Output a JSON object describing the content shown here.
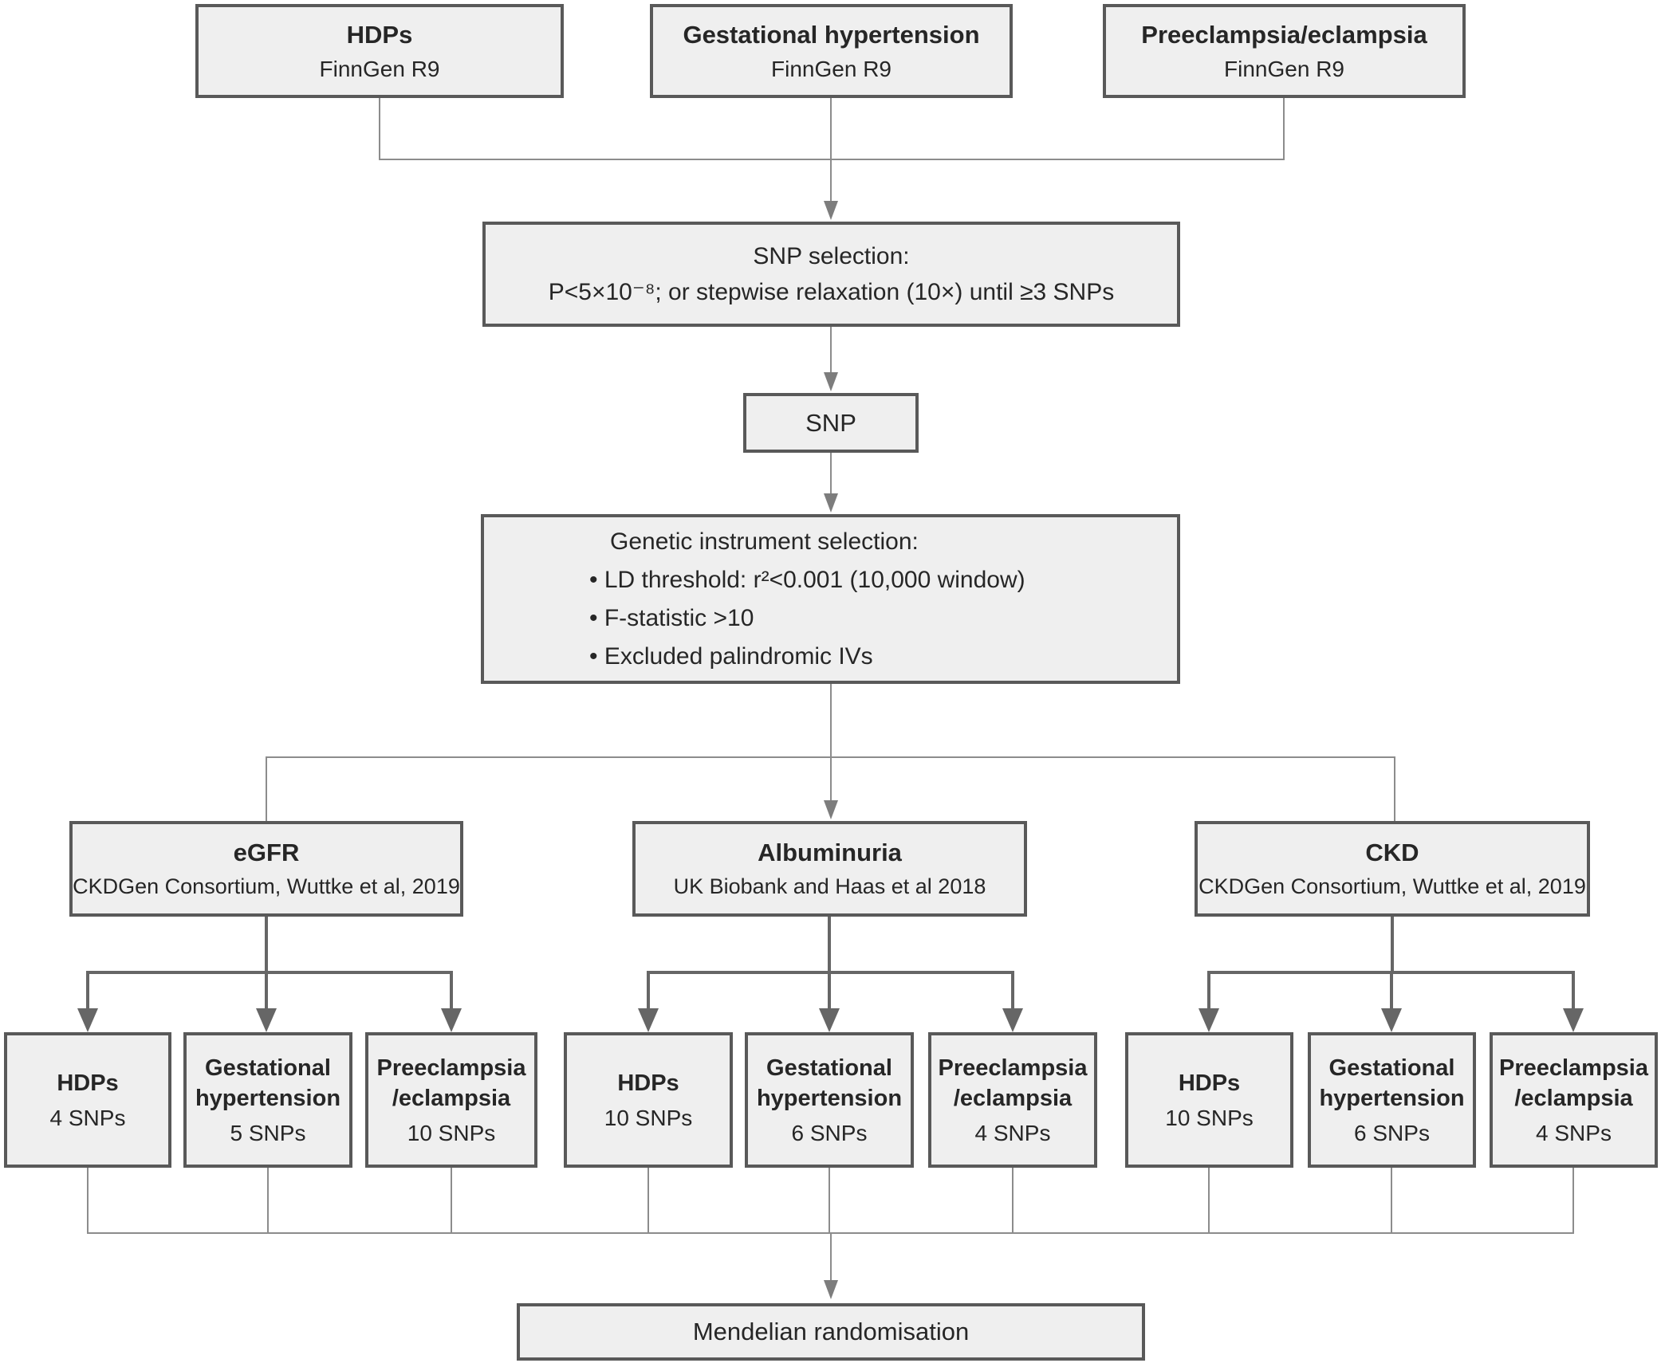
{
  "palette": {
    "box_fill": "#efefef",
    "box_border": "#595959",
    "line_thin": "#8c8c8c",
    "line_thick": "#666666",
    "text": "#262626"
  },
  "tier1": [
    {
      "title": "HDPs",
      "subtitle": "FinnGen R9"
    },
    {
      "title": "Gestational hypertension",
      "subtitle": "FinnGen R9"
    },
    {
      "title": "Preeclampsia/eclampsia",
      "subtitle": "FinnGen R9"
    }
  ],
  "snp_selection": {
    "title": "SNP selection:",
    "criteria": "P<5×10⁻⁸; or stepwise relaxation (10×) until ≥3 SNPs"
  },
  "snp": {
    "label": "SNP"
  },
  "instrument": {
    "title": "Genetic instrument selection:",
    "bullets": [
      "• LD threshold: r²<0.001 (10,000 window)",
      "• F-statistic >10",
      "• Excluded palindromic IVs"
    ]
  },
  "tier2": [
    {
      "title": "eGFR",
      "subtitle": "CKDGen Consortium, Wuttke et al, 2019"
    },
    {
      "title": "Albuminuria",
      "subtitle": "UK Biobank and Haas et al 2018"
    },
    {
      "title": "CKD",
      "subtitle": "CKDGen Consortium, Wuttke et al, 2019"
    }
  ],
  "tier3": [
    {
      "name": "HDPs",
      "snps": "4 SNPs"
    },
    {
      "name": "Gestational hypertension",
      "snps": "5 SNPs"
    },
    {
      "name": "Preeclampsia /eclampsia",
      "snps": "10 SNPs"
    },
    {
      "name": "HDPs",
      "snps": "10 SNPs"
    },
    {
      "name": "Gestational hypertension",
      "snps": "6 SNPs"
    },
    {
      "name": "Preeclampsia /eclampsia",
      "snps": "4 SNPs"
    },
    {
      "name": "HDPs",
      "snps": "10 SNPs"
    },
    {
      "name": "Gestational hypertension",
      "snps": "6 SNPs"
    },
    {
      "name": "Preeclampsia /eclampsia",
      "snps": "4 SNPs"
    }
  ],
  "final": {
    "label": "Mendelian randomisation"
  }
}
